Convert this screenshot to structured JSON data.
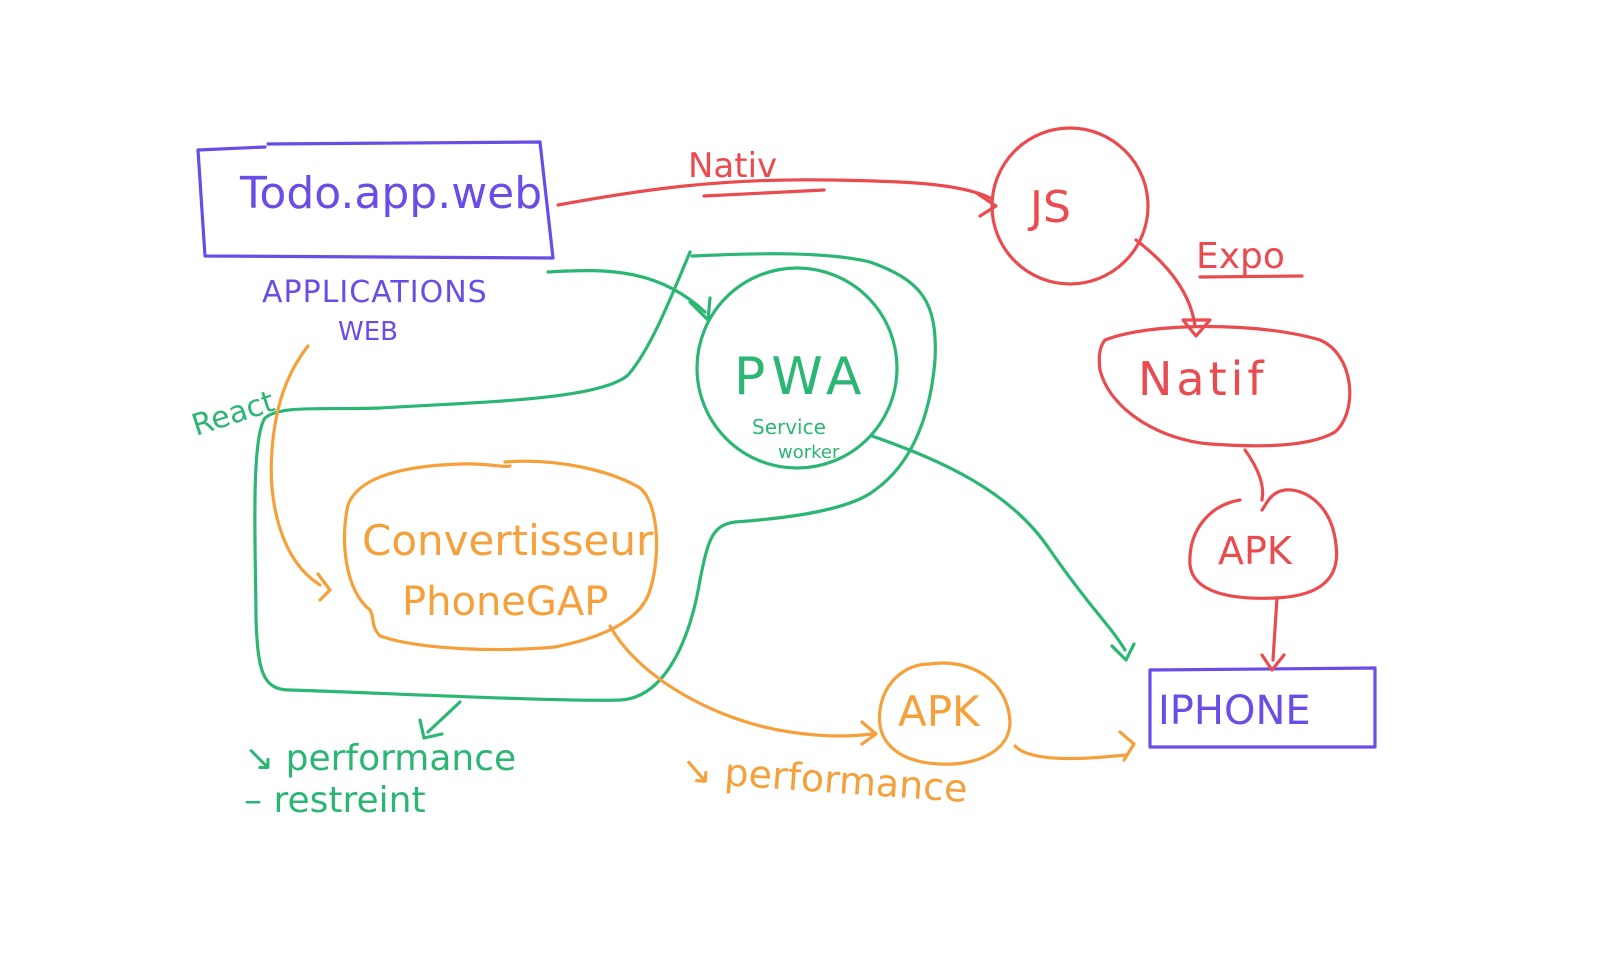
{
  "colors": {
    "purple": "#6a4ce6",
    "green": "#2bb673",
    "orange": "#f5a03a",
    "red": "#e94b4f",
    "background": "#ffffff"
  },
  "nodes": {
    "todo": "Todo.app.web",
    "applications": "APPLICATIONS",
    "web": "WEB",
    "pwa": "PWA",
    "service_worker_1": "Service",
    "service_worker_2": "worker",
    "converter_1": "Convertisseur",
    "converter_2": "PhoneGAP",
    "apk_orange": "APK",
    "js": "JS",
    "natif": "Natif",
    "apk_red": "APK",
    "iphone": "IPHONE"
  },
  "labels": {
    "natif_edge": "Nativ",
    "expo_edge": "Expo",
    "react_edge": "React",
    "green_note_1": "↘ performance",
    "green_note_2": "– restreint",
    "orange_note": "↘ performance"
  }
}
